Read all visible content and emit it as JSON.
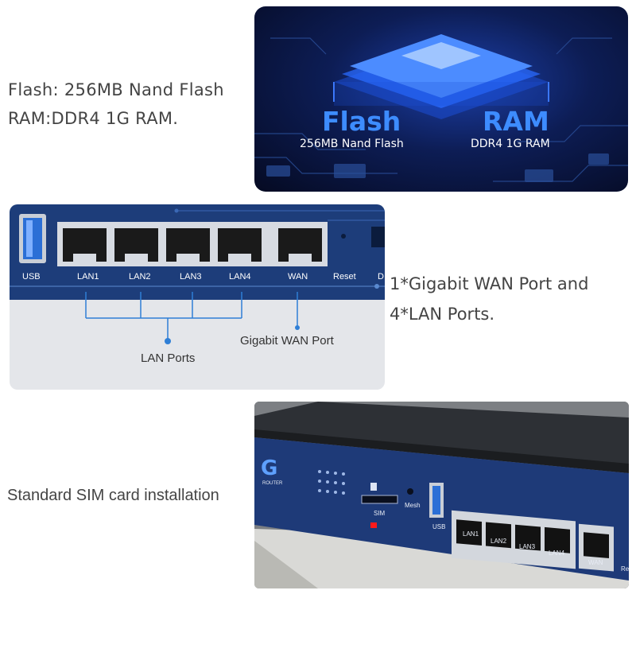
{
  "section_memory": {
    "line1": "Flash: 256MB Nand Flash",
    "line2": "RAM:DDR4 1G RAM.",
    "image": {
      "flash_title": "Flash",
      "flash_sub": "256MB Nand Flash",
      "ram_title": "RAM",
      "ram_sub": "DDR4 1G RAM"
    }
  },
  "section_ports": {
    "line1": "1*Gigabit WAN Port and",
    "line2": "4*LAN Ports.",
    "image": {
      "port_labels": [
        "USB",
        "LAN1",
        "LAN2",
        "LAN3",
        "LAN4",
        "WAN",
        "Reset",
        "D"
      ],
      "lan_ports_callout": "LAN Ports",
      "wan_port_callout": "Gigabit WAN Port"
    }
  },
  "section_sim": {
    "text": "Standard SIM card installation",
    "image": {
      "labels": {
        "router": "ROUTER",
        "sim": "SIM",
        "mesh": "Mesh",
        "usb": "USB",
        "lan1": "LAN1",
        "lan2": "LAN2",
        "lan3": "LAN3",
        "lan4": "LAN4",
        "wan": "WAN",
        "re": "Re"
      }
    }
  },
  "colors": {
    "accent_blue": "#3d8cff",
    "device_blue": "#1d3d7a",
    "callout_line": "#2f7fd6"
  }
}
